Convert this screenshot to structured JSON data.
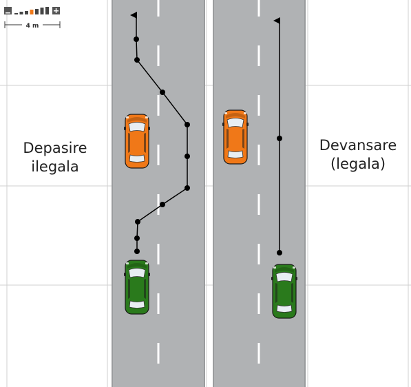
{
  "captions": {
    "left_line1": "Depasire",
    "left_line2": "ilegala",
    "right_line1": "Devansare",
    "right_line2": "(legala)"
  },
  "toolbar": {
    "zoom_out_icon": "minus-square-icon",
    "zoom_in_icon": "plus-square-icon",
    "zoom_level_index": 3,
    "zoom_levels_total": 7,
    "scale_label": "4 m"
  },
  "colors": {
    "road": "#b0b2b4",
    "lane_marking": "#ffffff",
    "grid_line": "#cfcfcf",
    "path_line": "#000000",
    "car_orange": "#f07818",
    "car_green": "#2a7a1c",
    "zoom_active": "#f07818",
    "zoom_inactive": "#444444"
  },
  "scenes": [
    {
      "name": "illegal-overtake",
      "path_icon": "arrow-up-icon",
      "stationary_car": "orange-car-icon",
      "moving_car": "green-car-icon"
    },
    {
      "name": "legal-overtake",
      "path_icon": "arrow-up-icon",
      "stationary_car": "orange-car-icon",
      "moving_car": "green-car-icon"
    }
  ]
}
